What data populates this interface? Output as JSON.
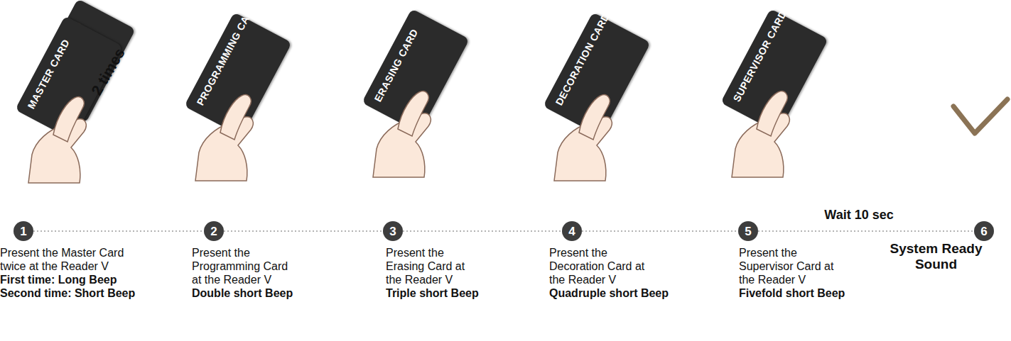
{
  "diagram": {
    "nodes": [
      {
        "text": [
          "MASTER CARD"
        ]
      },
      {
        "text": [
          "MASTER CARD"
        ]
      },
      {
        "text": [
          "PROGRAMMING CARD"
        ]
      },
      {
        "text": [
          "ERASING CARD"
        ]
      },
      {
        "text": [
          "DECORATION CARD"
        ]
      },
      {
        "text": [
          "SUPERVISOR CARD"
        ]
      },
      {
        "text": [
          "1"
        ]
      },
      {
        "text": [
          "2"
        ]
      },
      {
        "text": [
          "3"
        ]
      },
      {
        "text": [
          "4"
        ]
      },
      {
        "text": [
          "5"
        ]
      },
      {
        "text": [
          "6"
        ]
      }
    ],
    "edges": [
      {
        "from": 6,
        "to": 7,
        "arrow": "none"
      },
      {
        "from": 7,
        "to": 8,
        "arrow": "none"
      },
      {
        "from": 8,
        "to": 9,
        "arrow": "none"
      },
      {
        "from": 9,
        "to": 10,
        "arrow": "none"
      },
      {
        "from": 10,
        "to": 11,
        "label": "Wait 10 sec",
        "arrow": "none"
      }
    ],
    "labels": [
      "2 times",
      "Present the Master Card twice at the Reader V",
      "First time: Long Beep",
      "Second time: Short Beep",
      "Present the Programming Card at the Reader V",
      "Double short Beep",
      "Present the Erasing Card at the Reader V",
      "Triple short Beep",
      "Present the Decoration Card at the Reader V",
      "Quadruple short Beep",
      "Present the Supervisor Card at the Reader V",
      "Fivefold short Beep",
      "System Ready Sound"
    ]
  }
}
